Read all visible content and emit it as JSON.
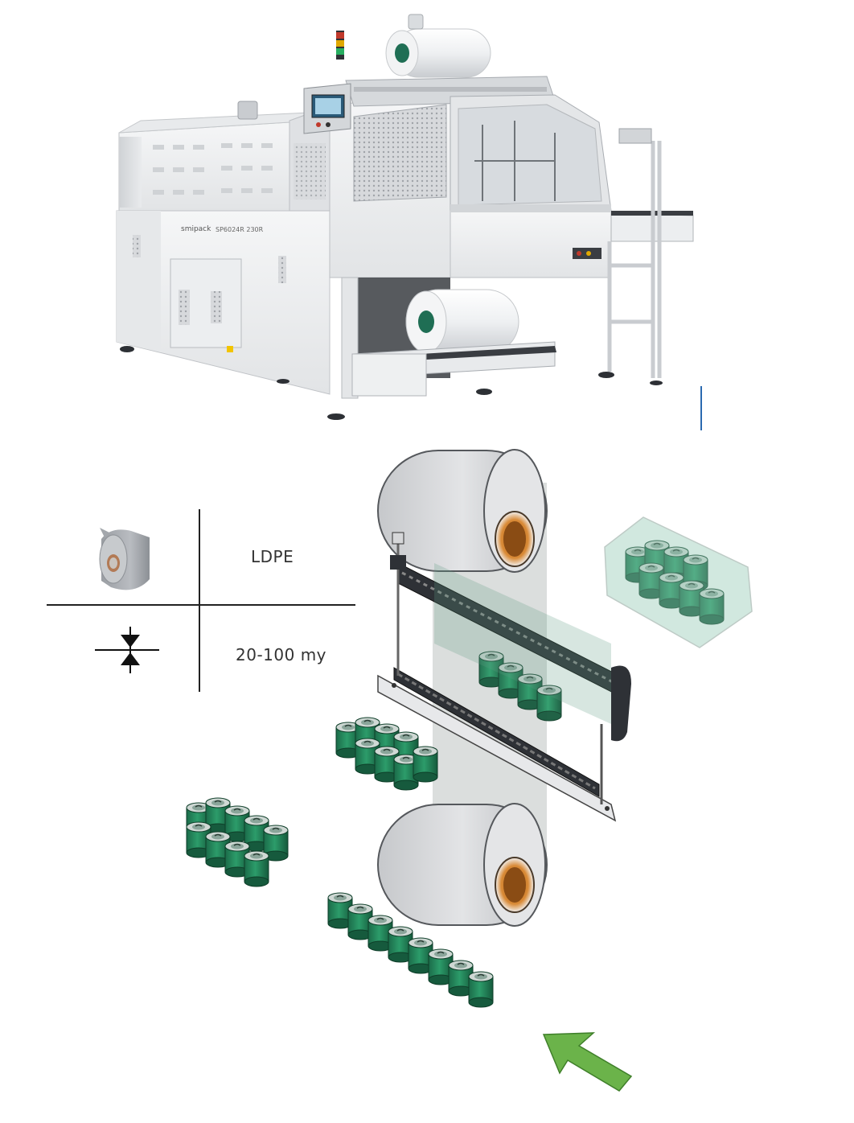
{
  "machine": {
    "brand_logo": "smipack",
    "model_label": "SP6024R 230R",
    "colors": {
      "body": "#f1f2f3",
      "panel_gray": "#c9cbce",
      "dark": "#3a3d42",
      "film_core": "#1f6e54"
    }
  },
  "spec_table": {
    "material_label": "LDPE",
    "thickness_label": "20-100 my",
    "roll_icon": "film-roll-icon",
    "thickness_icon": "thickness-arrows-icon"
  },
  "illustration": {
    "can_color": "#1f7a55",
    "film_roll_color": "#c4c6c9",
    "film_core_color": "#c87a2a",
    "arrow_color": "#6bb34a",
    "direction_icon": "feed-direction-arrow-icon"
  }
}
